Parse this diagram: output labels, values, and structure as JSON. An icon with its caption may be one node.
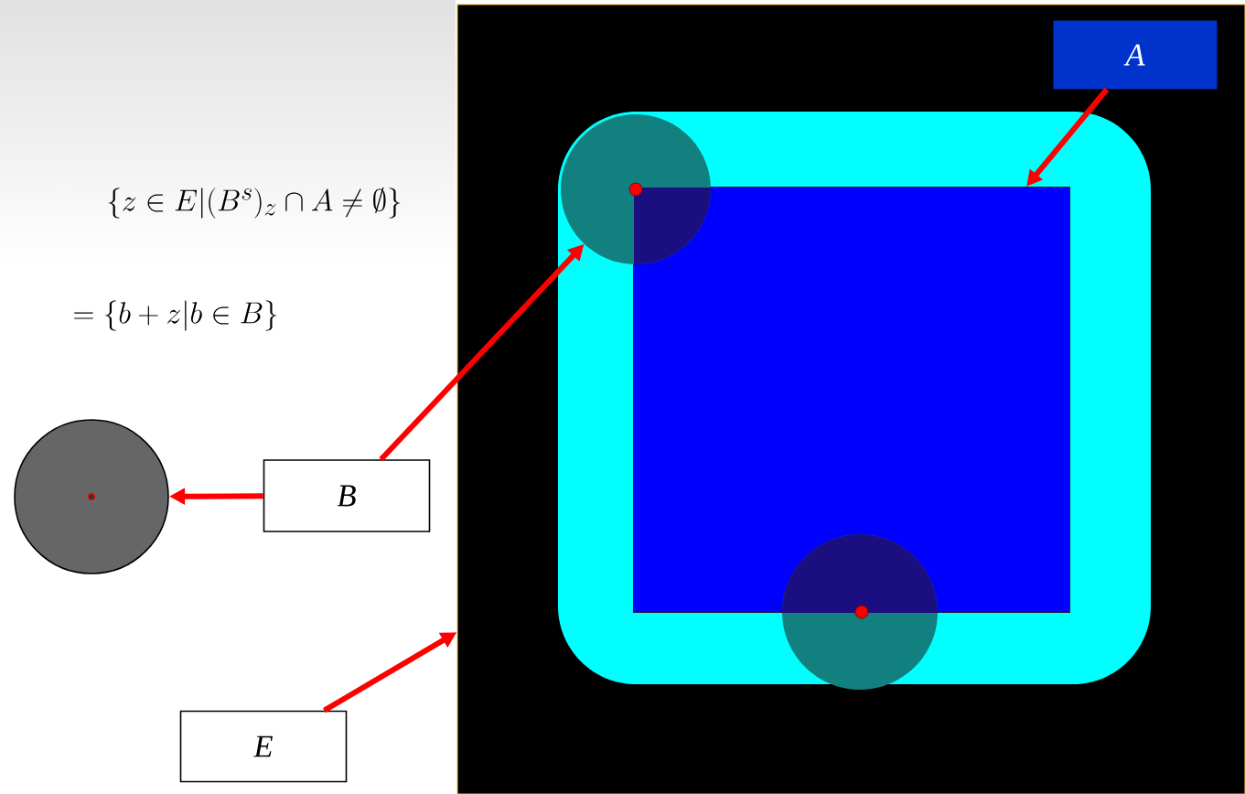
{
  "diagram": {
    "nodes": [
      {
        "text": [
          "A"
        ],
        "in": 6
      },
      {
        "text": [
          "B"
        ]
      },
      {
        "text": [
          "E"
        ]
      },
      {
        "text": [],
        "shape": "circle"
      },
      {
        "text": [],
        "shape": "box",
        "in": 6
      },
      {
        "text": [],
        "shape": "circle",
        "in": 6
      },
      {
        "text": [],
        "shape": "box"
      }
    ],
    "edges": [
      {
        "from": 0,
        "to": 4,
        "arrow": "to"
      },
      {
        "from": 1,
        "to": 5,
        "arrow": "to"
      },
      {
        "from": 1,
        "to": 3,
        "arrow": "to"
      },
      {
        "from": 2,
        "to": 6,
        "arrow": "to"
      }
    ],
    "labels": [
      "\\{z \\in E|(B^{s})_{z} \\cap A \\neq \\emptyset\\}",
      "= \\{b + z|b \\in B\\}"
    ]
  }
}
